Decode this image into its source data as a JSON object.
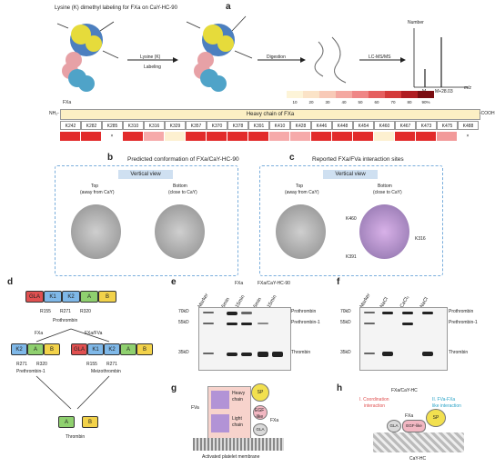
{
  "panel_a": {
    "label": "a",
    "title": "Lysine (K) dimethyl labeling for FXa on CaY-HC-90",
    "protein_label": "FXa",
    "lys_label_line1": "Lysine (K)",
    "lys_label_line2": "Labeling",
    "digestion_label": "Digestion",
    "lcms_label": "LC-MS/MS",
    "number_label": "Number",
    "m_label": "M",
    "m2_label": "M+28.03",
    "mz_label": "m/z",
    "legend_values": [
      "10",
      "20",
      "30",
      "40",
      "50",
      "60",
      "70",
      "80",
      "90%"
    ],
    "legend_colors": [
      "#fdf4d8",
      "#fbe3c7",
      "#f8c9b7",
      "#f4a8a1",
      "#ef8686",
      "#e55f5f",
      "#d43a3a",
      "#b01d22",
      "#7a0d12"
    ],
    "nh2": "NH₂-",
    "cooh": "-COOH",
    "heavy_chain_label": "Heavy chain of FXa",
    "lysines": [
      "K242",
      "K282",
      "K285",
      "K310",
      "K316",
      "K329",
      "K357",
      "K370",
      "K378",
      "K391",
      "K410",
      "K428",
      "K446",
      "K448",
      "K454",
      "K460",
      "K467",
      "K473",
      "K475",
      "K488"
    ],
    "lysine_colors": [
      "#e22b2b",
      "#e22b2b",
      "#ffffff",
      "#e22b2b",
      "#f6aaaa",
      "#fdf0d0",
      "#e22b2b",
      "#e22b2b",
      "#e22b2b",
      "#e22b2b",
      "#f6aaaa",
      "#f6aaaa",
      "#e22b2b",
      "#e22b2b",
      "#e22b2b",
      "#fdf0d0",
      "#e22b2b",
      "#e22b2b",
      "#f29a9a",
      "#ffffff"
    ],
    "missing_mark": "×"
  },
  "panel_b": {
    "label": "b",
    "title": "Predicted conformation of FXa/CaY-HC-90",
    "vertical_view": "Vertical view",
    "top_label": "Top",
    "top_sub": "(away from CaY)",
    "bottom_label": "Bottom",
    "bottom_sub": "(close to CaY)"
  },
  "panel_c": {
    "label": "c",
    "title": "Reported FXa/FVa interaction sites",
    "vertical_view": "Vertical view",
    "top_label": "Top",
    "top_sub": "(away from CaY)",
    "bottom_label": "Bottom",
    "bottom_sub": "(close to CaY)",
    "k460": "K460",
    "k316": "K316",
    "k391": "K391"
  },
  "panel_d": {
    "label": "d",
    "domains": [
      "GLA",
      "K1",
      "K2",
      "A",
      "B"
    ],
    "sites_row1": [
      "R155",
      "R271",
      "R320"
    ],
    "prothrombin": "Prothrombin",
    "fxa": "FXa",
    "fxa_fva": "FXa/FVa",
    "sites_left": [
      "R271",
      "R320"
    ],
    "prethrombin1": "Prethrombin-1",
    "sites_right": [
      "R155",
      "R271"
    ],
    "meizothrombin": "Meizothrombin",
    "thrombin": "Thrombin"
  },
  "panel_e": {
    "label": "e",
    "lanes": [
      "Marker",
      "5min",
      "15min",
      "5min",
      "15min"
    ],
    "group1": "FXa",
    "group2": "FXa/CaY-HC-90",
    "mw": [
      "70kD",
      "55kD",
      "35kD"
    ],
    "bands": [
      "Prothrombin",
      "Prethrombin-1",
      "Thrombin"
    ]
  },
  "panel_f": {
    "label": "f",
    "lanes": [
      "Marker",
      "NaCl",
      "CaCl₂",
      "NaCl"
    ],
    "mw": [
      "70kD",
      "55kD",
      "35kD"
    ],
    "bands": [
      "Prothrombin",
      "Prethrombin-1",
      "Thrombin"
    ]
  },
  "panel_g": {
    "label": "g",
    "fva": "FVa",
    "heavy": "Heavy",
    "chain": "chain",
    "light": "Light",
    "chain2": "chain",
    "sp": "SP",
    "egf": "EGF",
    "like": "-like",
    "gla": "GLA",
    "fxa": "FXa",
    "membrane": "Activated platelet membrane"
  },
  "panel_h": {
    "label": "h",
    "title": "FXa/CaY-HC",
    "coord": "I. Coordination",
    "coord2": "interaction",
    "fva_like": "II. FVa-FXa",
    "fva_like2": "like interaction",
    "fxa": "FXa",
    "sp": "SP",
    "gla": "GLA",
    "egf": "EGF-like",
    "cayhc": "CaY-HC"
  }
}
